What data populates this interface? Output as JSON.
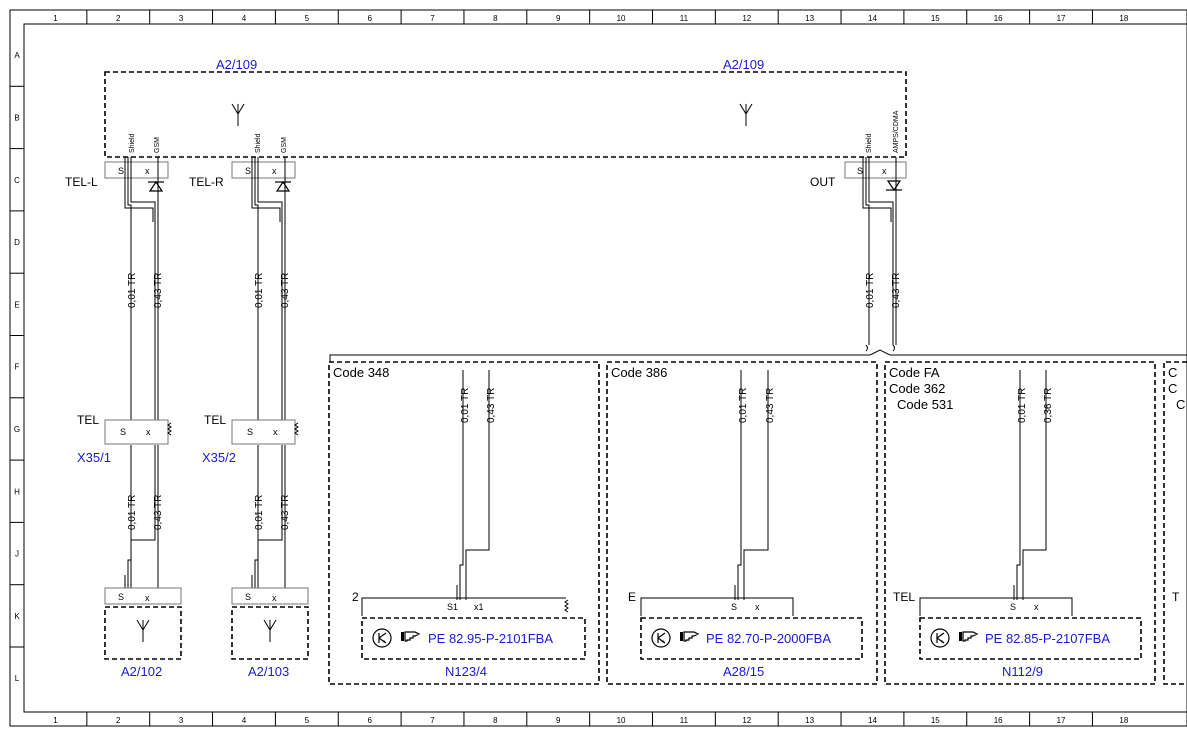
{
  "grid": {
    "columns": [
      "1",
      "2",
      "3",
      "4",
      "5",
      "6",
      "7",
      "8",
      "9",
      "10",
      "11",
      "12",
      "13",
      "14",
      "15",
      "16",
      "17",
      "18"
    ],
    "rows": [
      "A",
      "B",
      "C",
      "D",
      "E",
      "F",
      "G",
      "H",
      "J",
      "K",
      "L"
    ]
  },
  "antenna": {
    "label_left": "A2/109",
    "label_right": "A2/109",
    "pins": {
      "left": [
        "Shield",
        "GSM"
      ],
      "mid": [
        "Shield",
        "GSM"
      ],
      "right": [
        "Shield",
        "AMPS/CDMA"
      ]
    },
    "connectors": {
      "left": "TEL-L",
      "mid": "TEL-R",
      "right": "OUT"
    }
  },
  "connector_letters": {
    "s": "S",
    "x": "x",
    "s1": "S1",
    "x1": "x1"
  },
  "wires": {
    "w1": "0,01 TR",
    "w2": "0,43 TR",
    "w3": "0,36 TR"
  },
  "couplings": [
    {
      "tag": "TEL",
      "label": "X35/1"
    },
    {
      "tag": "TEL",
      "label": "X35/2"
    }
  ],
  "antennas_bottom": [
    {
      "label": "A2/102"
    },
    {
      "label": "A2/103"
    }
  ],
  "variants": [
    {
      "codes": [
        "Code 348"
      ],
      "pin_tag": "2",
      "ref": "PE 82.95-P-2101FBA",
      "label": "N123/4"
    },
    {
      "codes": [
        "Code 386"
      ],
      "pin_tag": "E",
      "ref": "PE 82.70-P-2000FBA",
      "label": "A28/15"
    },
    {
      "codes": [
        "Code FA",
        "Code 362",
        "Code 531"
      ],
      "pin_tag": "TEL",
      "ref": "PE 82.85-P-2107FBA",
      "label": "N112/9"
    },
    {
      "codes": [
        "C",
        "C",
        "C"
      ],
      "pin_tag": "T"
    }
  ],
  "colors": {
    "link": "#1a1ad6",
    "line": "#000000",
    "grid": "#999999"
  }
}
